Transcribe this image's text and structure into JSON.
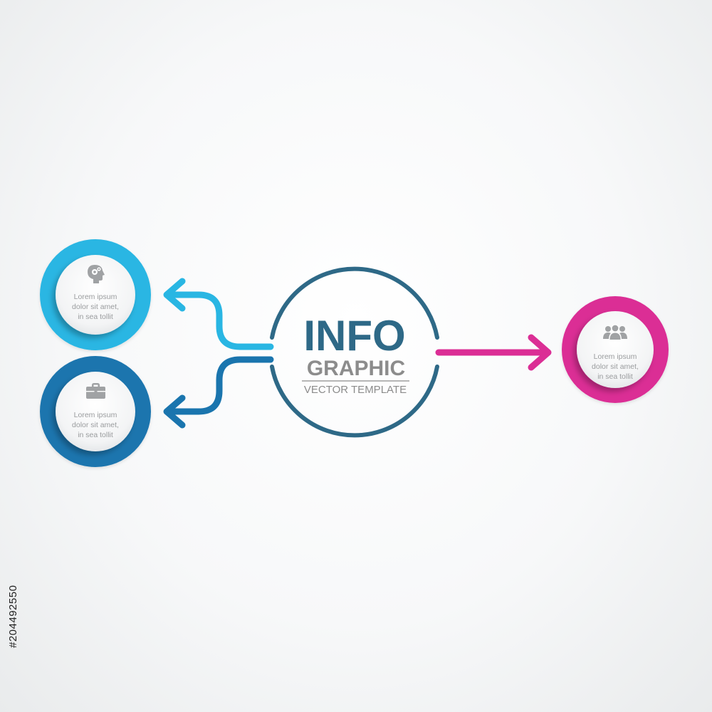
{
  "title": {
    "main": "INFO",
    "sub": "GRAPHIC",
    "small": "VECTOR TEMPLATE"
  },
  "nodes": [
    {
      "icon": "head-gears-icon",
      "lines": [
        "Lorem ipsum",
        "dolor sit amet,",
        "in sea tollit"
      ]
    },
    {
      "icon": "briefcase-icon",
      "lines": [
        "Lorem ipsum",
        "dolor sit amet,",
        "in sea tollit"
      ]
    },
    {
      "icon": "people-group-icon",
      "lines": [
        "Lorem ipsum",
        "dolor sit amet,",
        "in sea tollit"
      ]
    }
  ],
  "watermark_id": "#204492550",
  "colors": {
    "light_blue": "#29b6e3",
    "dark_blue": "#1a75ae",
    "teal_dark": "#2e6987",
    "magenta": "#db2e95",
    "title_grey": "#8c8c8c",
    "icon_grey": "#a0a2a4",
    "text_grey": "#9a9c9e"
  }
}
